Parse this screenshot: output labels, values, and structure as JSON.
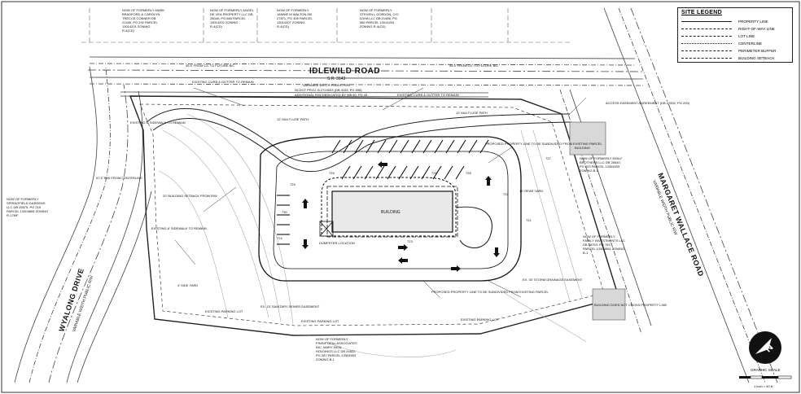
{
  "roads": {
    "idlewild": {
      "name": "IDLEWILD ROAD",
      "route": "S.R. 3143",
      "row": "VARIABLE WIDTH PUBLIC R/W",
      "ncdot": "NCDOT PROJ. B.2724003 (DB 4153, PG 698)",
      "additional": "ADDITIONAL R/W DEDICATED BY MB 60, PG 43"
    },
    "margaret": {
      "name": "MARGARET WALLACE ROAD",
      "row": "VARIABLE WIDTH PUBLIC R/W"
    },
    "wyalong": {
      "name": "WYALONG DRIVE",
      "row": "VARIABLE WIDTH PUBLIC R/W"
    }
  },
  "legend": {
    "title": "SITE LEGEND",
    "items": [
      {
        "label": "PROPERTY LINE",
        "style": "solid"
      },
      {
        "label": "RIGHT-OF-WAY LINE",
        "style": "dashdot"
      },
      {
        "label": "LOT LINE",
        "style": "dashed"
      },
      {
        "label": "CENTERLINE",
        "style": "center"
      },
      {
        "label": "PERIMETER BUFFER",
        "style": "buffer"
      },
      {
        "label": "BUILDING SETBACK",
        "style": "setback"
      }
    ]
  },
  "labels": {
    "building": "BUILDING",
    "dumpster": "DUMPSTER LOCATION",
    "graphic_scale": "GRAPHIC SCALE",
    "scale_note": "1 inch = 40 ft.",
    "existing_parking_1": "EXISTING PARKING LOT",
    "existing_parking_2": "EXISTING PARKING LOT",
    "existing_parking_3": "EXISTING PARKING LOT",
    "multi_use_path_1": "12' MULTI-USE PATH",
    "multi_use_path_2": "12' MULTI-USE PATH",
    "sidewalk_1": "EXISTING 6' SIDEWALK TO REMAIN",
    "sidewalk_2": "EXISTING 6' SIDEWALK TO REMAIN",
    "setback": "20' BUILDING SETBACK FROM R/W",
    "building_not_cross": "BUILDING DOES NOT CROSS PROPERTY LINE",
    "access_easement": "ACCESS EASEMENT AGREEMENT (DB 27832, PG 209)",
    "storm_easement": "EX. 30' STORM DRAINAGE EASEMENT",
    "sewer_easement": "EX. 15' SANITARY SEWER EASEMENT",
    "proposed_line_1": "PROPOSED PROPERTY LINE TO BE SUBDIVIDED FROM EXISTING PARCEL",
    "proposed_line_2": "PROPOSED PROPERTY LINE TO BE SUBDIVIDED FROM EXISTING PARCEL",
    "row_centerline": "57.5' R/W FROM CENTERLINE",
    "row_future_1": "45.5' FROM C/L TO FUTURE B/C",
    "row_future_2": "44.5' FROM C/L TO FUTURE B/C",
    "existing_curb": "EXISTING CURB & GUTTER TO REMAIN",
    "existing_curb_2": "EXISTING CURB & GUTTER TO REMAIN",
    "side_yard": "4' SIDE YARD",
    "rear_yard": "10' REAR YARD",
    "building_small": "BUILDING"
  },
  "owners": [
    {
      "text": "NOW OF FORMERLY MARK BRADFORD & CAROLYN TRECCE CONNER DB 21440, PG 292 PARCEL 13014201 ZONING R-4(CD)"
    },
    {
      "text": "NOW OF FORMERLY ANGEL DE VEA PROPERTY LLC DB 28040, PG 660 PARCEL 13014202 ZONING R-4(CD)"
    },
    {
      "text": "NOW OF FORMERLY JANNIE M WALTON DB 27871, PG 409 PARCEL 13014207 ZONING R-4(CD)"
    },
    {
      "text": "NOW OF FORMERLY STEVEN L GORDON, C/O LDHA LLC DB 21486, PG 580 PARCEL 13014204 ZONING R-4(CD)"
    },
    {
      "text": "NOW OF FORMERLY SPRINGFIELD GARDENS LLC DB 25575, PG 215 PARCEL 13304808 ZONING R-17MF"
    },
    {
      "text": "NOW OF FORMERLY EMILY BROTHERS LLC DB 28530, PG 203 PARCEL 13304503 ZONING B-1"
    },
    {
      "text": "NOW OF FORMERLY FAMILY INVESTMENTS LLC DB 26753, PG 753 PARCEL 13304504 ZONING B-1"
    },
    {
      "text": "NOW OF FORMERLY PINSIE DEAL ASSOCIATES INC. MARY DEAL HOLDINGS LLC DB 24822, PG 287 PARCEL 13304503 ZONING B-1"
    }
  ],
  "elevations": [
    "725",
    "726",
    "728",
    "729",
    "730",
    "724",
    "723",
    "722",
    "721",
    "727"
  ]
}
